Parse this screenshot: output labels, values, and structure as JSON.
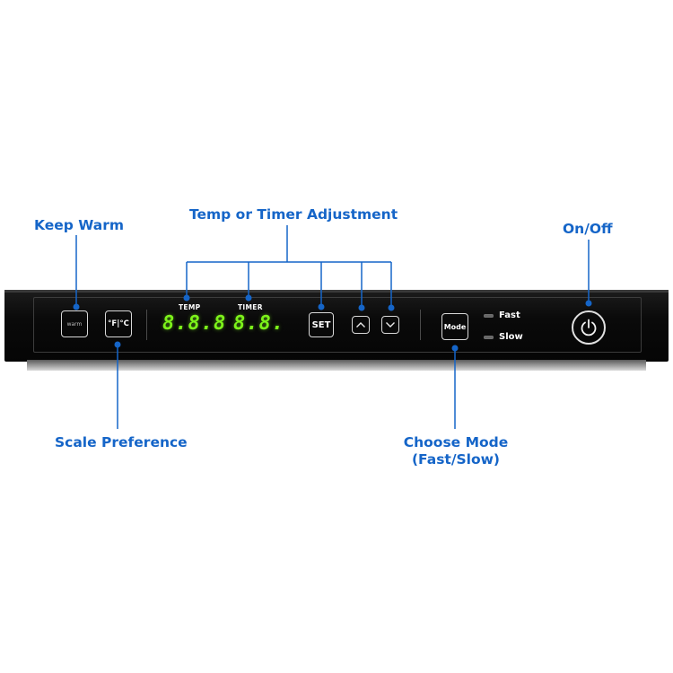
{
  "callouts": {
    "keep_warm": "Keep Warm",
    "adjustment": "Temp or Timer Adjustment",
    "on_off": "On/Off",
    "scale_preference": "Scale Preference",
    "choose_mode_line1": "Choose Mode",
    "choose_mode_line2": "(Fast/Slow)"
  },
  "panel": {
    "warm_label": "warm",
    "scale_label": "°F|°C",
    "temp_label": "TEMP",
    "temp_display": "8.8.8",
    "timer_label": "TIMER",
    "timer_display": "8.8.",
    "set_label": "SET",
    "mode_label": "Mode",
    "fast_label": "Fast",
    "slow_label": "Slow"
  },
  "colors": {
    "callout_blue": "#1565c8",
    "display_green": "#7cf21a",
    "panel_black": "#0a0a0a"
  },
  "icons": {
    "up": "chevron-up-icon",
    "down": "chevron-down-icon",
    "power": "power-icon"
  }
}
